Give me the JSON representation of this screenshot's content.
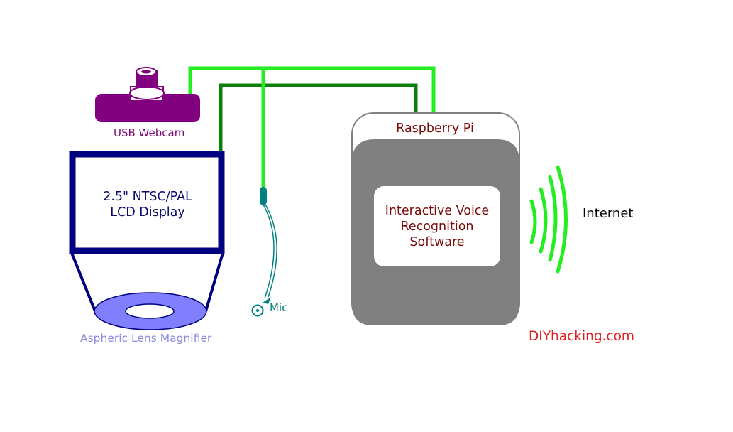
{
  "webcam": {
    "label": "USB Webcam",
    "color": "#800080"
  },
  "lcd": {
    "line1": "2.5\" NTSC/PAL",
    "line2": "LCD Display",
    "color": "#000080"
  },
  "lens": {
    "label": "Aspheric Lens Magnifier",
    "color": "#8080ff"
  },
  "mic": {
    "label": "Mic",
    "color": "#008080"
  },
  "raspberry_pi": {
    "label": "Raspberry Pi",
    "body_color": "#808080"
  },
  "software": {
    "line1": "Interactive Voice",
    "line2": "Recognition",
    "line3": "Software",
    "color": "#800000"
  },
  "internet": {
    "label": "Internet",
    "wave_color": "#22ee22"
  },
  "credit": {
    "label": "DIYhacking.com",
    "color": "#e31c1c"
  },
  "wires": {
    "light_green": "#22ee22",
    "dark_green": "#0b800b"
  }
}
